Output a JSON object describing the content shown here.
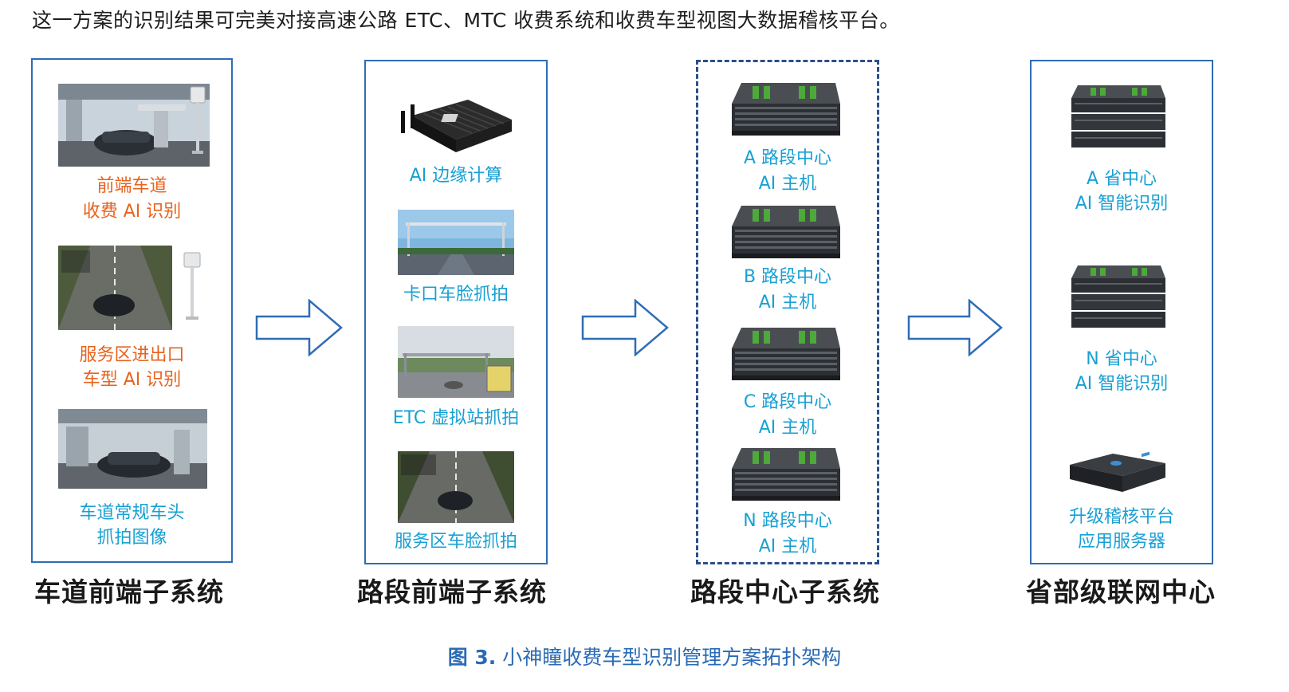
{
  "intro_text": "这一方案的识别结果可完美对接高速公路 ETC、MTC 收费系统和收费车型视图大数据稽核平台。",
  "panels": {
    "lane": {
      "title": "车道前端子系统",
      "items": [
        {
          "line1": "前端车道",
          "line2": "收费 AI 识别",
          "color": "#e8621c"
        },
        {
          "line1": "服务区进出口",
          "line2": "车型 AI 识别",
          "color": "#e8621c"
        },
        {
          "line1": "车道常规车头",
          "line2": "抓拍图像",
          "color": "#18a0d4"
        }
      ]
    },
    "road_front": {
      "title": "路段前端子系统",
      "items": [
        {
          "label": "AI 边缘计算"
        },
        {
          "label": "卡口车脸抓拍"
        },
        {
          "label": "ETC 虚拟站抓拍"
        },
        {
          "label": "服务区车脸抓拍"
        }
      ]
    },
    "road_center": {
      "title": "路段中心子系统",
      "items": [
        {
          "line1": "A 路段中心",
          "line2": "AI 主机"
        },
        {
          "line1": "B 路段中心",
          "line2": "AI 主机"
        },
        {
          "line1": "C 路段中心",
          "line2": "AI 主机"
        },
        {
          "line1": "N 路段中心",
          "line2": "AI 主机"
        }
      ]
    },
    "province": {
      "title": "省部级联网中心",
      "items": [
        {
          "line1": "A 省中心",
          "line2": "AI 智能识别"
        },
        {
          "line1": "N 省中心",
          "line2": "AI 智能识别"
        },
        {
          "line1": "升级稽核平台",
          "line2": "应用服务器"
        }
      ]
    }
  },
  "caption": {
    "prefix": "图 3.",
    "text": "小神瞳收费车型识别管理方案拓扑架构"
  },
  "colors": {
    "orange": "#e8621c",
    "cyan": "#18a0d4",
    "blue": "#2d6aa8",
    "border": "#2f6db5",
    "caption": "#2a6bb5"
  }
}
